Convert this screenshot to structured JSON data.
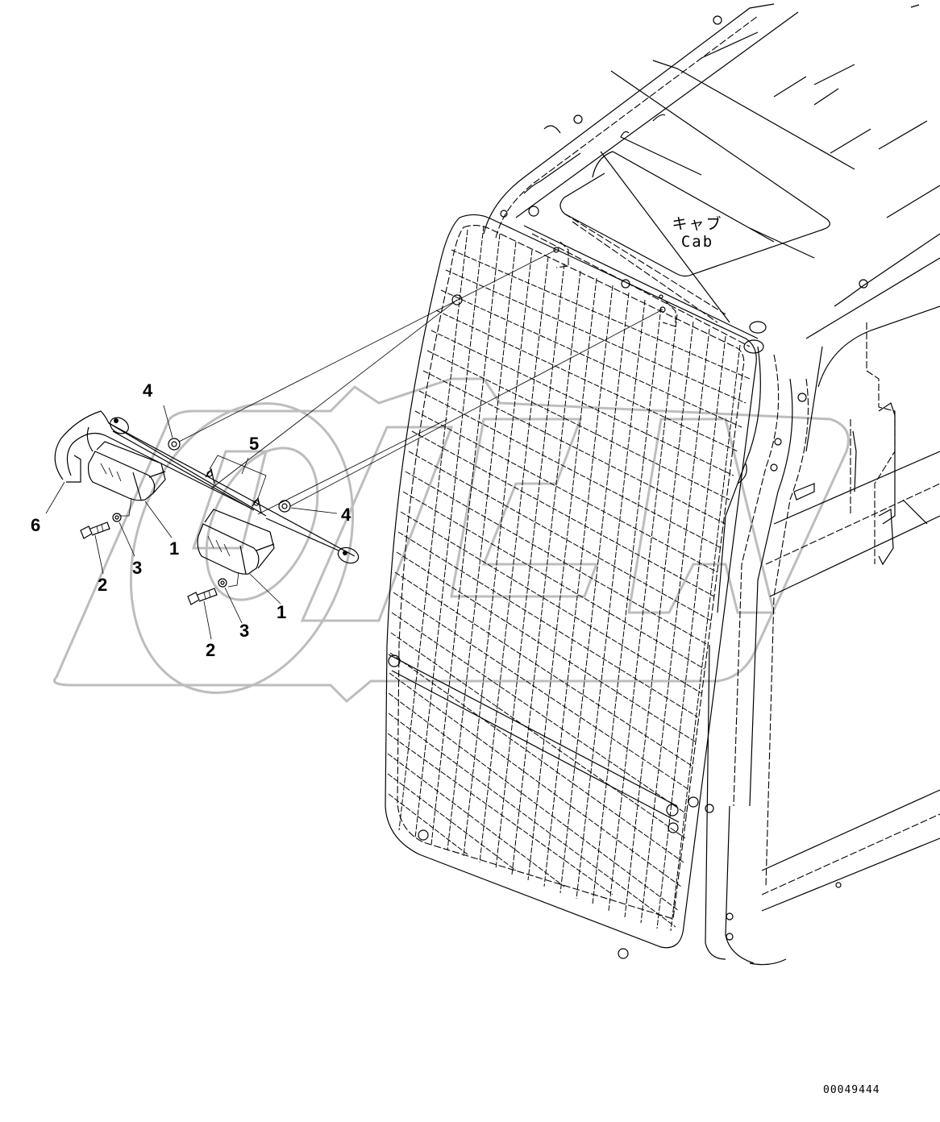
{
  "diagram": {
    "type": "exploded-parts-diagram",
    "subject": "Cab front guard with work lamps",
    "assembly_label": {
      "japanese": "キャブ",
      "english": "Cab"
    },
    "callouts": [
      {
        "id": "c1a",
        "number": "1",
        "part": "lamp"
      },
      {
        "id": "c1b",
        "number": "1",
        "part": "lamp"
      },
      {
        "id": "c2a",
        "number": "2",
        "part": "bolt"
      },
      {
        "id": "c2b",
        "number": "2",
        "part": "bolt"
      },
      {
        "id": "c3a",
        "number": "3",
        "part": "washer"
      },
      {
        "id": "c3b",
        "number": "3",
        "part": "washer"
      },
      {
        "id": "c4a",
        "number": "4",
        "part": "nut"
      },
      {
        "id": "c4b",
        "number": "4",
        "part": "nut"
      },
      {
        "id": "c5",
        "number": "5",
        "part": "clamp"
      },
      {
        "id": "c6",
        "number": "6",
        "part": "wiring harness"
      }
    ],
    "document_number": "00049444",
    "watermark": "OPEX",
    "colors": {
      "line": "#000000",
      "watermark": "#bdbdbd",
      "background": "#ffffff"
    }
  }
}
